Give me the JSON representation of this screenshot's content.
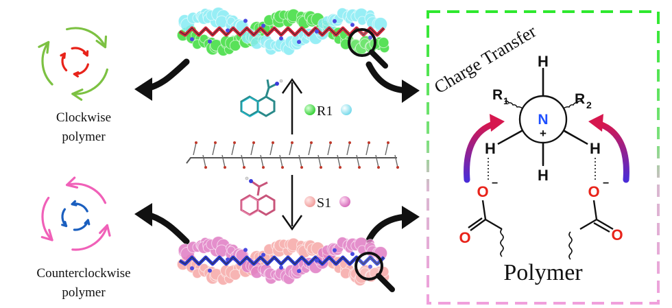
{
  "labels": {
    "clockwise_line1": "Clockwise",
    "clockwise_line2": "polymer",
    "counter_line1": "Counterclockwise",
    "counter_line2": "polymer",
    "r1": "R1",
    "s1": "S1",
    "charge_transfer": "Charge Transfer",
    "polymer": "Polymer",
    "h_top": "H",
    "h_left": "H",
    "h_right": "H",
    "h_bottom": "H",
    "r1_sub": "R",
    "r1_sub_index": "1",
    "r2_sub": "R",
    "r2_sub_index": "2",
    "nitrogen": "N",
    "plus": "+",
    "oxygen_anion_left": "O",
    "oxygen_anion_right": "O",
    "minus_left": "−",
    "minus_right": "−",
    "oxygen_carbonyl_left": "O",
    "oxygen_carbonyl_right": "O"
  },
  "colors": {
    "cw_outer": "#7cc142",
    "cw_inner": "#e8231a",
    "ccw_outer": "#f060b8",
    "ccw_inner": "#1b5fbf",
    "r1_green": "#3ddc3d",
    "r1_cyan": "#86ecf4",
    "s1_salmon": "#f6a8a6",
    "s1_pink": "#e07cc4",
    "frame_green": "#2ee82e",
    "frame_pink": "#f0a0dc",
    "nitrogen_blue": "#1e4fff",
    "oxygen_red": "#e8231a",
    "curved_arrow_top": "#d6174e",
    "curved_arrow_bottom": "#4b2cd6"
  },
  "icons": [
    "cycle-arrows-clockwise-icon",
    "cycle-arrows-counterclockwise-icon",
    "magnifier-icon"
  ]
}
